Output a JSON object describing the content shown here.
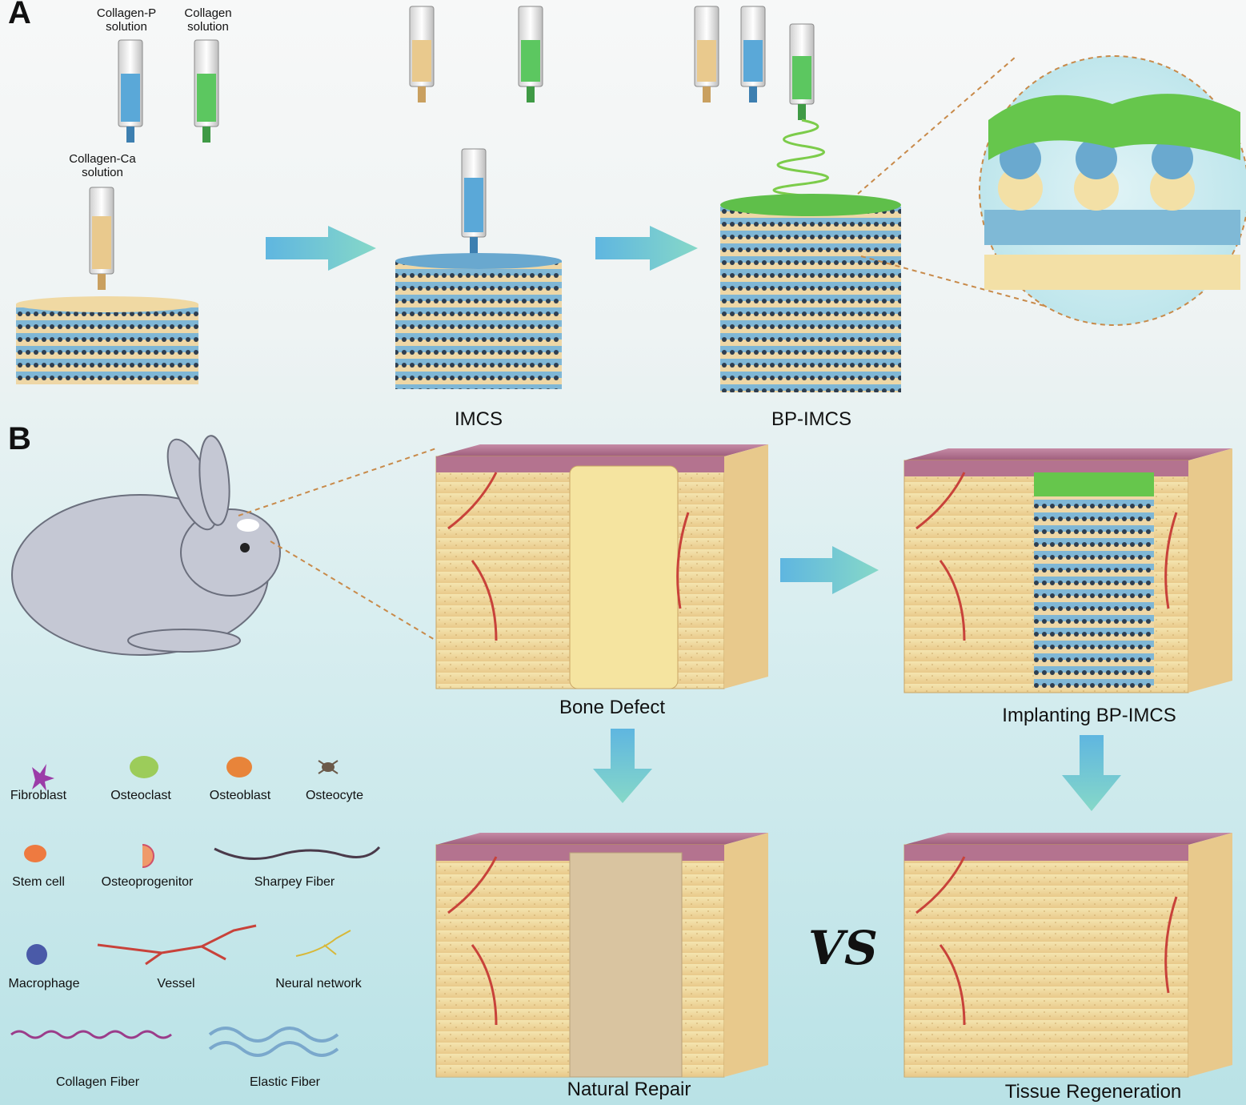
{
  "panel_a": {
    "letter": "A",
    "labels": {
      "collagen_p": "Collagen-P solution",
      "collagen": "Collagen solution",
      "collagen_ca": "Collagen-Ca solution",
      "imcs": "IMCS",
      "bp_imcs": "BP-IMCS"
    }
  },
  "panel_b": {
    "letter": "B",
    "labels": {
      "bone_defect": "Bone Defect",
      "implanting": "Implanting BP-IMCS",
      "natural_repair": "Natural Repair",
      "tissue_regeneration": "Tissue Regeneration",
      "vs": "VS"
    },
    "legend": [
      {
        "label": "Fibroblast"
      },
      {
        "label": "Osteoclast"
      },
      {
        "label": "Osteoblast"
      },
      {
        "label": "Osteocyte"
      },
      {
        "label": "Stem cell"
      },
      {
        "label": "Osteoprogenitor"
      },
      {
        "label": "Sharpey Fiber"
      },
      {
        "label": "Macrophage"
      },
      {
        "label": "Vessel"
      },
      {
        "label": "Neural network"
      },
      {
        "label": "Collagen Fiber"
      },
      {
        "label": "Elastic Fiber"
      }
    ]
  },
  "colors": {
    "collagen_ca": "#e9c98d",
    "collagen_p": "#5aa8d8",
    "collagen": "#5cc760",
    "arrow": "#7ccbd8",
    "tissue": "#f1dca0",
    "skin": "#b4738f",
    "vessel": "#c8423a"
  }
}
